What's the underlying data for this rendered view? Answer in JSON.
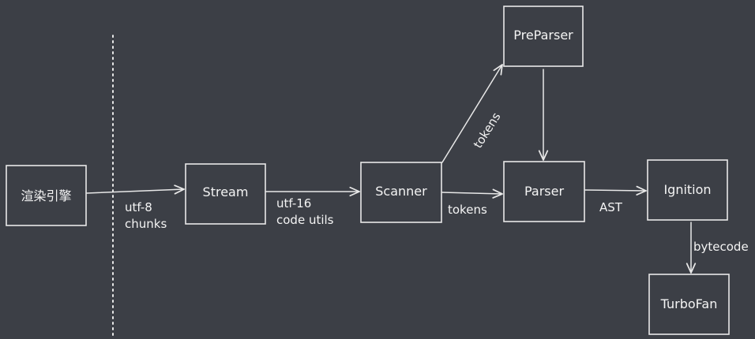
{
  "colors": {
    "background": "#3c3f46",
    "stroke": "#e8e8e8",
    "text": "#f4f4f4"
  },
  "nodes": {
    "render_engine": "渲染引擎",
    "stream": "Stream",
    "scanner": "Scanner",
    "preparser": "PreParser",
    "parser": "Parser",
    "ignition": "Ignition",
    "turbofan": "TurboFan"
  },
  "edges": {
    "engine_to_stream": [
      "utf-8",
      "chunks"
    ],
    "stream_to_scanner": [
      "utf-16",
      "code utils"
    ],
    "scanner_to_parser": "tokens",
    "scanner_to_preparser": "tokens",
    "parser_to_ignition": "AST",
    "ignition_to_turbofan": "bytecode"
  }
}
